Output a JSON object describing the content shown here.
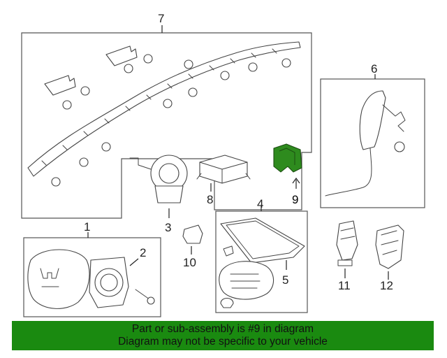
{
  "callouts": {
    "c1": "1",
    "c2": "2",
    "c3": "3",
    "c4": "4",
    "c5": "5",
    "c6": "6",
    "c7": "7",
    "c8": "8",
    "c9": "9",
    "c10": "10",
    "c11": "11",
    "c12": "12"
  },
  "highlighted_part": "9",
  "colors": {
    "highlight": "#2e8b1e",
    "banner": "#1a8a10"
  },
  "banner": {
    "line1": "Part or sub-assembly is #9 in diagram",
    "line2": "Diagram may not be specific to your vehicle"
  }
}
